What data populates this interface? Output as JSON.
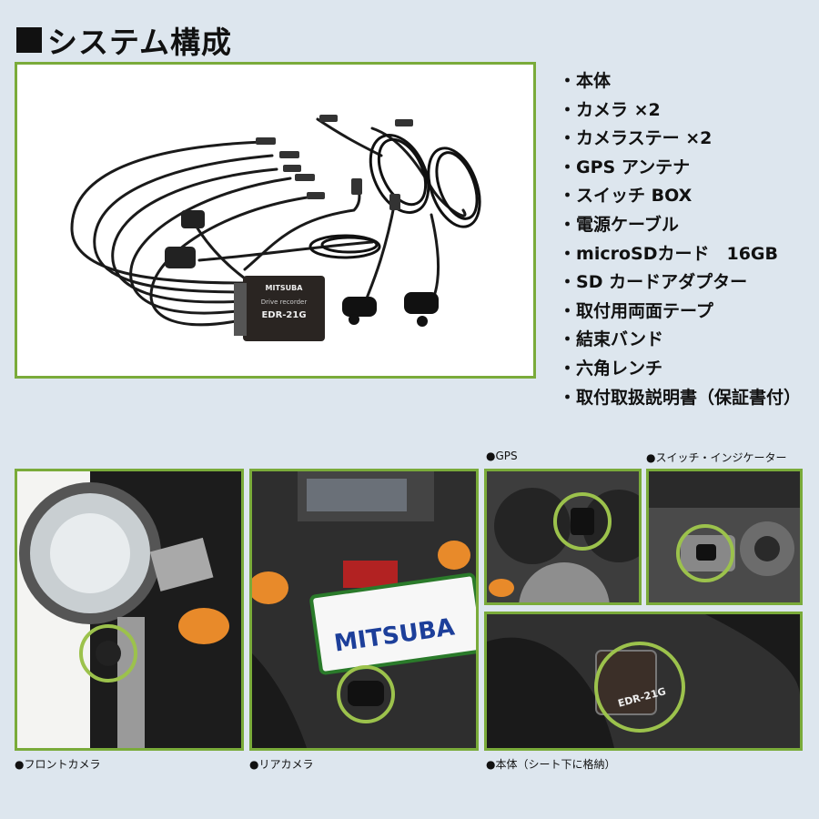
{
  "title": "システム構成",
  "product": {
    "brand": "MITSUBA",
    "device_label_1": "Drive recorder",
    "device_label_2": "EDR-21G"
  },
  "contents": [
    "本体",
    "カメラ ×2",
    "カメラステー ×2",
    "GPS アンテナ",
    "スイッチ BOX",
    "電源ケーブル",
    "microSDカード　16GB",
    "SD カードアダプター",
    "取付用両面テープ",
    "結束バンド",
    "六角レンチ",
    "取付取扱説明書（保証書付）"
  ],
  "captions": {
    "front_camera": "●フロントカメラ",
    "rear_camera": "●リアカメラ",
    "gps": "●GPS",
    "switch": "●スイッチ・インジケーター",
    "body": "●本体（シート下に格納）"
  },
  "photo_labels": {
    "plate": "MITSUBA",
    "unit": "EDR-21G"
  },
  "colors": {
    "accent": "#7aab3a",
    "ring": "#9cc24c",
    "background": "#dde6ee"
  }
}
